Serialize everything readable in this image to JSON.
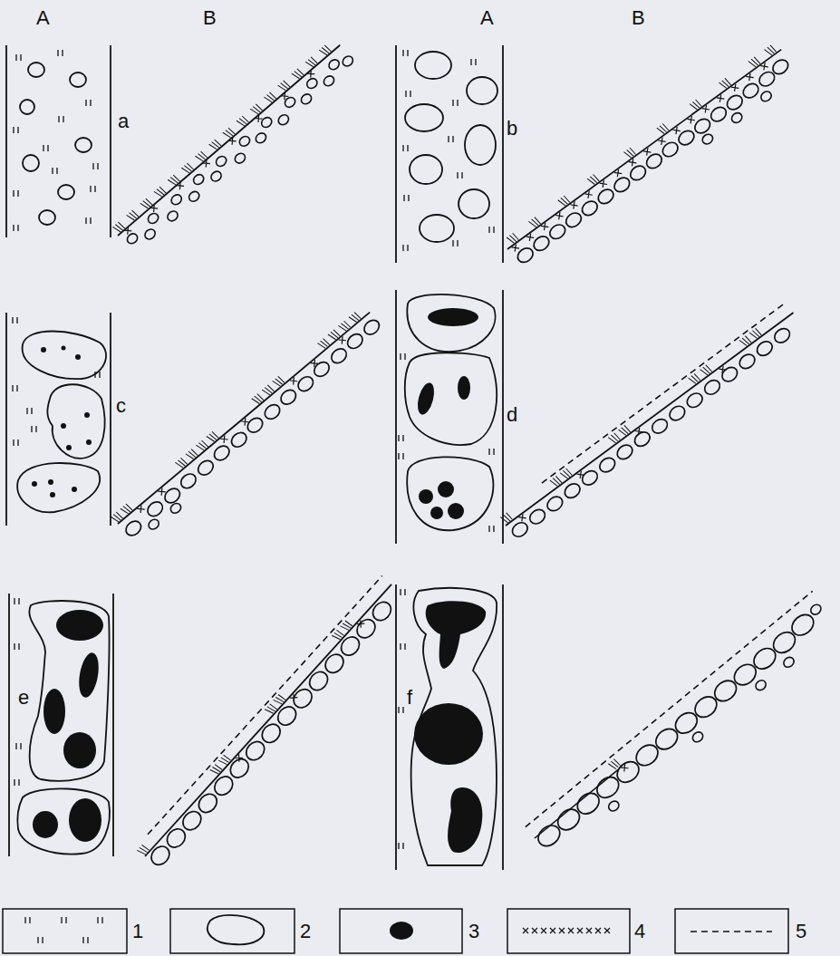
{
  "diagram": {
    "labels": [
      "A",
      "B",
      "A",
      "B",
      "a",
      "b",
      "c",
      "d",
      "e",
      "f"
    ],
    "legend": [
      {
        "text": "1"
      },
      {
        "text": "2"
      },
      {
        "text": "3"
      },
      {
        "text": "4"
      },
      {
        "text": "5"
      }
    ]
  }
}
